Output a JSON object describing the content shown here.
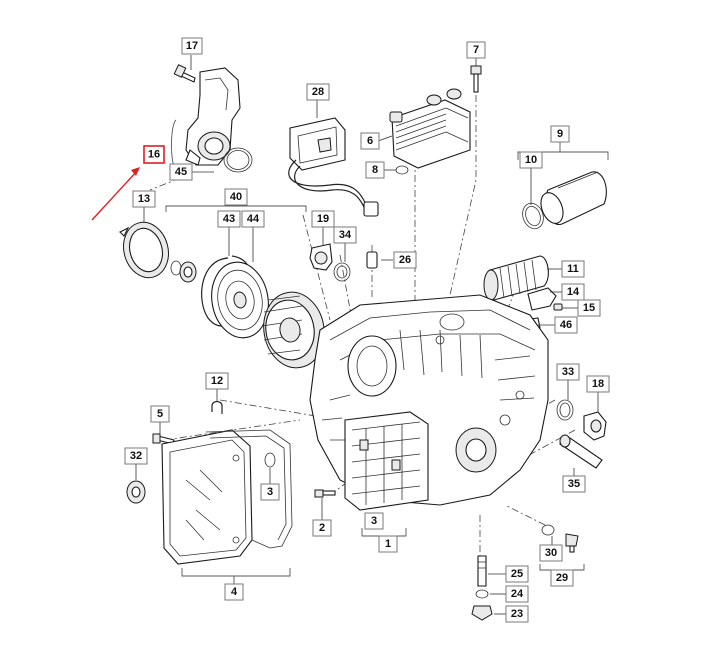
{
  "callouts": [
    {
      "id": "c17",
      "label": "17"
    },
    {
      "id": "c16",
      "label": "16"
    },
    {
      "id": "c45",
      "label": "45"
    },
    {
      "id": "c28",
      "label": "28"
    },
    {
      "id": "c7",
      "label": "7"
    },
    {
      "id": "c6",
      "label": "6"
    },
    {
      "id": "c8",
      "label": "8"
    },
    {
      "id": "c9",
      "label": "9"
    },
    {
      "id": "c10",
      "label": "10"
    },
    {
      "id": "c13",
      "label": "13"
    },
    {
      "id": "c40",
      "label": "40"
    },
    {
      "id": "c43",
      "label": "43"
    },
    {
      "id": "c44",
      "label": "44"
    },
    {
      "id": "c19",
      "label": "19"
    },
    {
      "id": "c34",
      "label": "34"
    },
    {
      "id": "c26",
      "label": "26"
    },
    {
      "id": "c11",
      "label": "11"
    },
    {
      "id": "c14",
      "label": "14"
    },
    {
      "id": "c15",
      "label": "15"
    },
    {
      "id": "c46",
      "label": "46"
    },
    {
      "id": "c12",
      "label": "12"
    },
    {
      "id": "c33",
      "label": "33"
    },
    {
      "id": "c18",
      "label": "18"
    },
    {
      "id": "c5",
      "label": "5"
    },
    {
      "id": "c32",
      "label": "32"
    },
    {
      "id": "c3a",
      "label": "3"
    },
    {
      "id": "c35",
      "label": "35"
    },
    {
      "id": "c2",
      "label": "2"
    },
    {
      "id": "c3b",
      "label": "3"
    },
    {
      "id": "c1",
      "label": "1"
    },
    {
      "id": "c30",
      "label": "30"
    },
    {
      "id": "c29",
      "label": "29"
    },
    {
      "id": "c25",
      "label": "25"
    },
    {
      "id": "c24",
      "label": "24"
    },
    {
      "id": "c4",
      "label": "4"
    },
    {
      "id": "c23",
      "label": "23"
    }
  ],
  "highlight": {
    "callout": "16",
    "color": "#e02020"
  }
}
